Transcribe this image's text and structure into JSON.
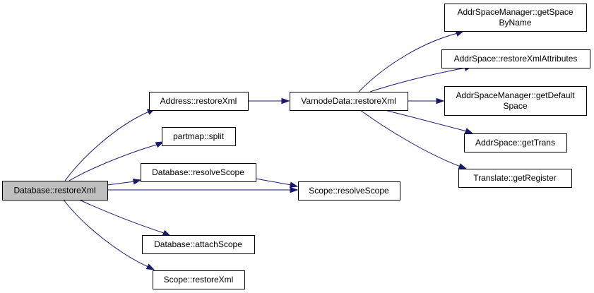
{
  "colors": {
    "edge": "#191970",
    "node_border": "#000000",
    "node_fill": "#ffffff",
    "root_fill": "#bfbfbf"
  },
  "nodes": {
    "database_restorexml": {
      "lines": [
        "Database::restoreXml"
      ]
    },
    "address_restorexml": {
      "lines": [
        "Address::restoreXml"
      ]
    },
    "partmap_split": {
      "lines": [
        "partmap::split"
      ]
    },
    "database_resolvescope": {
      "lines": [
        "Database::resolveScope"
      ]
    },
    "scope_resolvescope": {
      "lines": [
        "Scope::resolveScope"
      ]
    },
    "database_attachscope": {
      "lines": [
        "Database::attachScope"
      ]
    },
    "scope_restorexml": {
      "lines": [
        "Scope::restoreXml"
      ]
    },
    "varnodedata_restorexml": {
      "lines": [
        "VarnodeData::restoreXml"
      ]
    },
    "addrspacemanager_getspacebyname": {
      "lines": [
        "AddrSpaceManager::getSpace",
        "ByName"
      ]
    },
    "addrspace_restorexmlattributes": {
      "lines": [
        "AddrSpace::restoreXmlAttributes"
      ]
    },
    "addrspacemanager_getdefaultspace": {
      "lines": [
        "AddrSpaceManager::getDefault",
        "Space"
      ]
    },
    "addrspace_gettrans": {
      "lines": [
        "AddrSpace::getTrans"
      ]
    },
    "translate_getregister": {
      "lines": [
        "Translate::getRegister"
      ]
    }
  },
  "edges": [
    {
      "from": "database_restorexml",
      "to": "address_restorexml"
    },
    {
      "from": "database_restorexml",
      "to": "partmap_split"
    },
    {
      "from": "database_restorexml",
      "to": "database_resolvescope"
    },
    {
      "from": "database_restorexml",
      "to": "scope_resolvescope"
    },
    {
      "from": "database_restorexml",
      "to": "database_attachscope"
    },
    {
      "from": "database_restorexml",
      "to": "scope_restorexml"
    },
    {
      "from": "database_resolvescope",
      "to": "scope_resolvescope"
    },
    {
      "from": "address_restorexml",
      "to": "varnodedata_restorexml"
    },
    {
      "from": "varnodedata_restorexml",
      "to": "addrspacemanager_getspacebyname"
    },
    {
      "from": "varnodedata_restorexml",
      "to": "addrspace_restorexmlattributes"
    },
    {
      "from": "varnodedata_restorexml",
      "to": "addrspacemanager_getdefaultspace"
    },
    {
      "from": "varnodedata_restorexml",
      "to": "addrspace_gettrans"
    },
    {
      "from": "varnodedata_restorexml",
      "to": "translate_getregister"
    }
  ]
}
